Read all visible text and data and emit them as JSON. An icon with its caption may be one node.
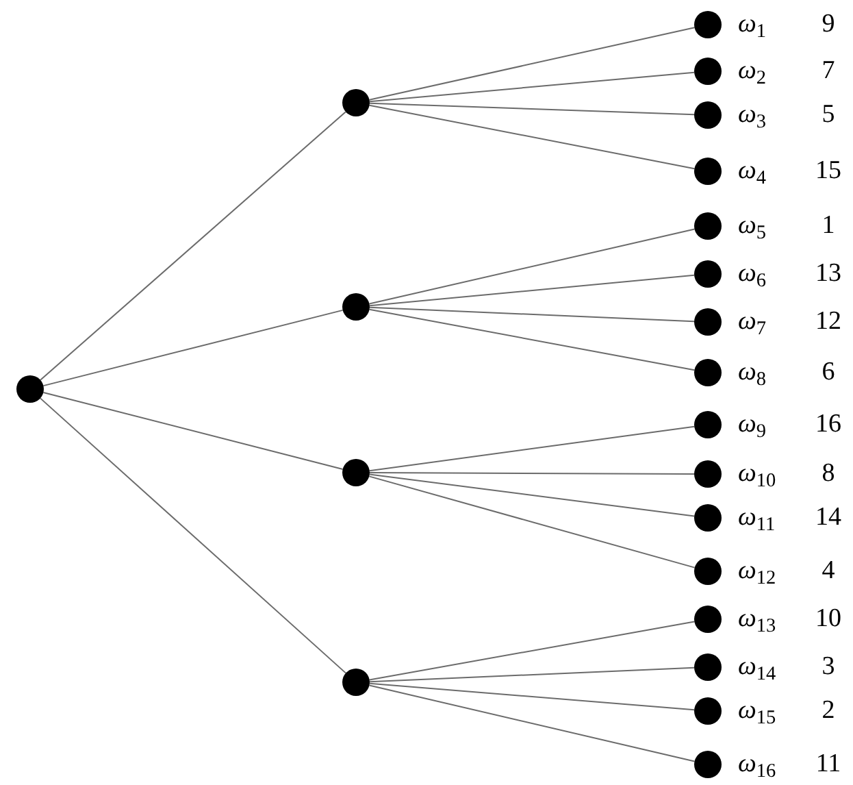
{
  "diagram": {
    "nodes": [
      {
        "text": [],
        "shape": "circle"
      },
      {
        "text": [],
        "shape": "circle"
      },
      {
        "text": [],
        "shape": "circle"
      },
      {
        "text": [],
        "shape": "circle"
      },
      {
        "text": [],
        "shape": "circle"
      },
      {
        "text": [],
        "shape": "circle",
        "beside": [
          "*ω*$_{1}$",
          "9"
        ]
      },
      {
        "text": [],
        "shape": "circle",
        "beside": [
          "*ω*$_{2}$",
          "7"
        ]
      },
      {
        "text": [],
        "shape": "circle",
        "beside": [
          "*ω*$_{3}$",
          "5"
        ]
      },
      {
        "text": [],
        "shape": "circle",
        "beside": [
          "*ω*$_{4}$",
          "15"
        ]
      },
      {
        "text": [],
        "shape": "circle",
        "beside": [
          "*ω*$_{5}$",
          "1"
        ]
      },
      {
        "text": [],
        "shape": "circle",
        "beside": [
          "*ω*$_{6}$",
          "13"
        ]
      },
      {
        "text": [],
        "shape": "circle",
        "beside": [
          "*ω*$_{7}$",
          "12"
        ]
      },
      {
        "text": [],
        "shape": "circle",
        "beside": [
          "*ω*$_{8}$",
          "6"
        ]
      },
      {
        "text": [],
        "shape": "circle",
        "beside": [
          "*ω*$_{9}$",
          "16"
        ]
      },
      {
        "text": [],
        "shape": "circle",
        "beside": [
          "*ω*$_{10}$",
          "8"
        ]
      },
      {
        "text": [],
        "shape": "circle",
        "beside": [
          "*ω*$_{11}$",
          "14"
        ]
      },
      {
        "text": [],
        "shape": "circle",
        "beside": [
          "*ω*$_{12}$",
          "4"
        ]
      },
      {
        "text": [],
        "shape": "circle",
        "beside": [
          "*ω*$_{13}$",
          "10"
        ]
      },
      {
        "text": [],
        "shape": "circle",
        "beside": [
          "*ω*$_{14}$",
          "3"
        ]
      },
      {
        "text": [],
        "shape": "circle",
        "beside": [
          "*ω*$_{15}$",
          "2"
        ]
      },
      {
        "text": [],
        "shape": "circle",
        "beside": [
          "*ω*$_{16}$",
          "11"
        ]
      }
    ],
    "edges": [
      {
        "from": 0,
        "to": 1,
        "arrow": "none"
      },
      {
        "from": 0,
        "to": 2,
        "arrow": "none"
      },
      {
        "from": 0,
        "to": 3,
        "arrow": "none"
      },
      {
        "from": 0,
        "to": 4,
        "arrow": "none"
      },
      {
        "from": 1,
        "to": 5,
        "arrow": "none"
      },
      {
        "from": 1,
        "to": 6,
        "arrow": "none"
      },
      {
        "from": 1,
        "to": 7,
        "arrow": "none"
      },
      {
        "from": 1,
        "to": 8,
        "arrow": "none"
      },
      {
        "from": 2,
        "to": 9,
        "arrow": "none"
      },
      {
        "from": 2,
        "to": 10,
        "arrow": "none"
      },
      {
        "from": 2,
        "to": 11,
        "arrow": "none"
      },
      {
        "from": 2,
        "to": 12,
        "arrow": "none"
      },
      {
        "from": 3,
        "to": 13,
        "arrow": "none"
      },
      {
        "from": 3,
        "to": 14,
        "arrow": "none"
      },
      {
        "from": 3,
        "to": 15,
        "arrow": "none"
      },
      {
        "from": 3,
        "to": 16,
        "arrow": "none"
      },
      {
        "from": 4,
        "to": 17,
        "arrow": "none"
      },
      {
        "from": 4,
        "to": 18,
        "arrow": "none"
      },
      {
        "from": 4,
        "to": 19,
        "arrow": "none"
      },
      {
        "from": 4,
        "to": 20,
        "arrow": "none"
      }
    ]
  }
}
